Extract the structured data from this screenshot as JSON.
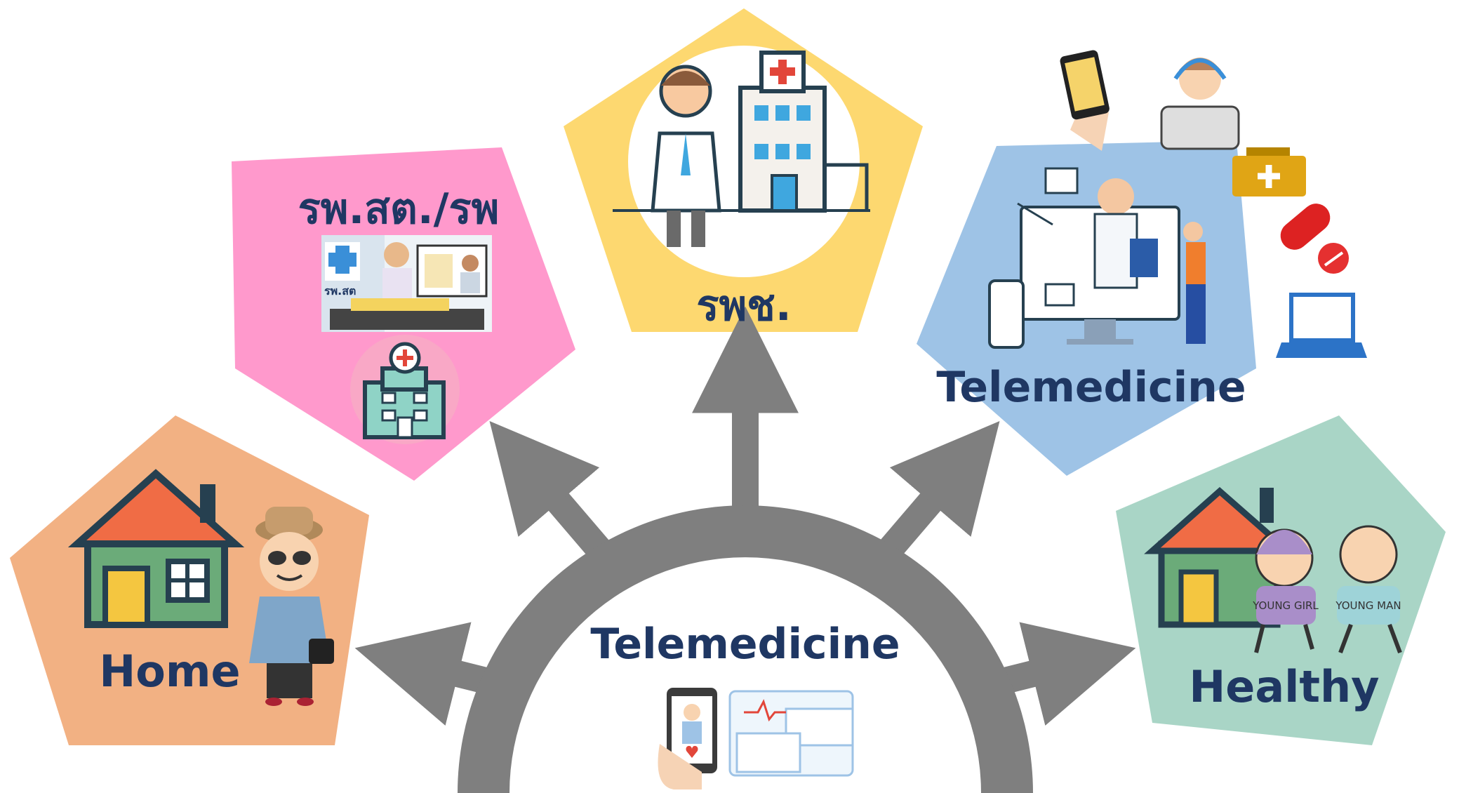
{
  "center": {
    "label": "Telemedicine",
    "ring_color": "#7f7f7f"
  },
  "nodes": [
    {
      "id": "home",
      "label": "Home",
      "color": "#f2b183"
    },
    {
      "id": "rpsat",
      "label": "รพ.สต./รพ",
      "color": "#ff99cc",
      "image_label": "รพ.สต"
    },
    {
      "id": "community-hospital",
      "label": "รพช.",
      "color": "#fdd870"
    },
    {
      "id": "telemedicine",
      "label": "Telemedicine",
      "color": "#9ec3e6"
    },
    {
      "id": "healthy",
      "label": "Healthy",
      "color": "#a9d5c6",
      "badges": [
        "YOUNG GIRL",
        "YOUNG MAN"
      ]
    }
  ]
}
